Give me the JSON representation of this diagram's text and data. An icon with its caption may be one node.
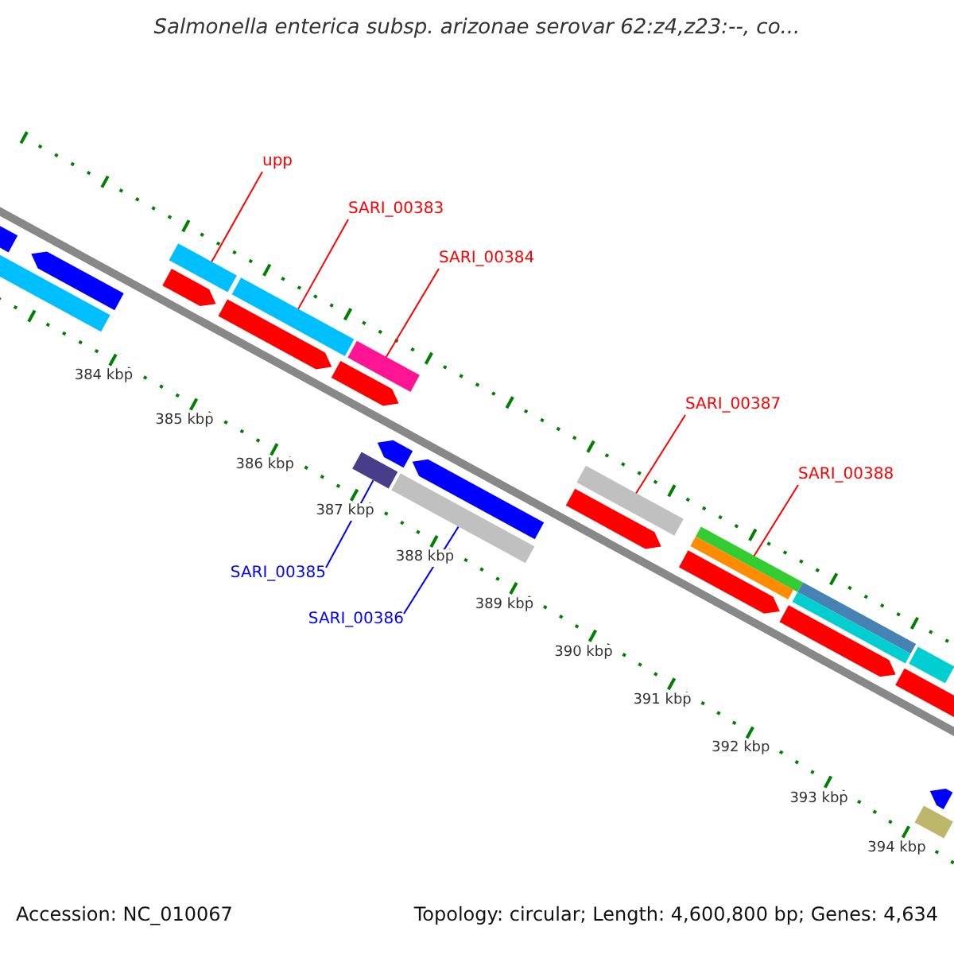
{
  "diagram": {
    "title": "Salmonella enterica subsp. arizonae serovar 62:z4,z23:--, co...",
    "nodes": [
      {
        "text": [
          "upp"
        ]
      },
      {
        "text": [
          "SARI_00383"
        ]
      },
      {
        "text": [
          "SARI_00384"
        ]
      },
      {
        "text": [
          "SARI_00385"
        ]
      },
      {
        "text": [
          "SARI_00386"
        ]
      },
      {
        "text": [
          "SARI_00387"
        ]
      },
      {
        "text": [
          "SARI_00388"
        ]
      },
      {
        "text": [],
        "shape": "bar"
      },
      {
        "text": [],
        "shape": "bar"
      },
      {
        "text": [],
        "shape": "bar"
      },
      {
        "text": [],
        "shape": "bar"
      },
      {
        "text": [],
        "shape": "bar"
      },
      {
        "text": [],
        "shape": "bar"
      },
      {
        "text": [],
        "shape": "bar"
      },
      {
        "text": [],
        "shape": "bar"
      },
      {
        "text": [],
        "shape": "bar"
      },
      {
        "text": [],
        "shape": "bar"
      },
      {
        "text": [],
        "shape": "bar"
      },
      {
        "text": [],
        "shape": "bar"
      },
      {
        "text": [],
        "shape": "bar"
      },
      {
        "text": [],
        "shape": "bar"
      },
      {
        "text": [],
        "shape": "bar"
      },
      {
        "text": [],
        "shape": "bar"
      },
      {
        "text": [],
        "shape": "bar"
      },
      {
        "text": [],
        "shape": "bar"
      },
      {
        "text": [],
        "shape": "bar"
      },
      {
        "text": [],
        "shape": "bar"
      },
      {
        "text": [],
        "shape": "bar"
      },
      {
        "text": [],
        "shape": "bar"
      },
      {
        "text": [],
        "shape": "bar"
      },
      {
        "text": [],
        "shape": "bar"
      },
      {
        "text": [],
        "shape": "bar"
      }
    ],
    "edges": [
      {
        "from": 0,
        "to": 7,
        "arrow": "none"
      },
      {
        "from": 1,
        "to": 8,
        "arrow": "none"
      },
      {
        "from": 2,
        "to": 9,
        "arrow": "none"
      },
      {
        "from": 3,
        "to": 10,
        "arrow": "none",
        "color": "#0000ff"
      },
      {
        "from": 4,
        "to": 11,
        "arrow": "none",
        "color": "#0000ff"
      },
      {
        "from": 5,
        "to": 12,
        "arrow": "none"
      },
      {
        "from": 6,
        "to": 13,
        "arrow": "none"
      }
    ],
    "labels": [
      "384 kbp",
      "385 kbp",
      "386 kbp",
      "387 kbp",
      "388 kbp",
      "389 kbp",
      "390 kbp",
      "391 kbp",
      "392 kbp",
      "393 kbp",
      "394 kbp",
      "Accession: NC_010067",
      "Topology: circular; Length: 4,600,800 bp; Genes: 4,634"
    ]
  }
}
